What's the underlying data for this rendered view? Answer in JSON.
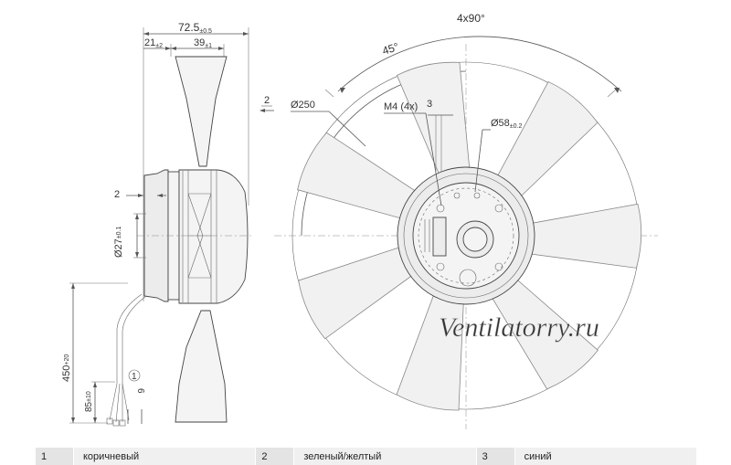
{
  "dimensions": {
    "overall_width": "72.5",
    "overall_width_tol": "±0.5",
    "hub_depth": "21",
    "hub_depth_tol": "±2",
    "blade_width": "39",
    "blade_width_tol": "±1",
    "pitch_marker": "2",
    "flange_offset": "2",
    "shaft_dia": "Ø27",
    "shaft_dia_tol": "±0.1",
    "cable_length": "450",
    "cable_length_tol": "+20",
    "strip_length": "85",
    "strip_length_tol": "±10",
    "wire_end": "6",
    "wire_marker": "1",
    "angle_4x90": "4x90°",
    "angle_45": "45°",
    "outer_dia": "Ø250",
    "thread": "M4 (4x)",
    "thread_marker": "3",
    "bolt_circle": "Ø58",
    "bolt_circle_tol": "±0.2"
  },
  "watermark": "Ventilatorry.ru",
  "legend": [
    {
      "num": "1",
      "label": "коричневый"
    },
    {
      "num": "2",
      "label": "зеленый/желтый"
    },
    {
      "num": "3",
      "label": "синий"
    }
  ]
}
